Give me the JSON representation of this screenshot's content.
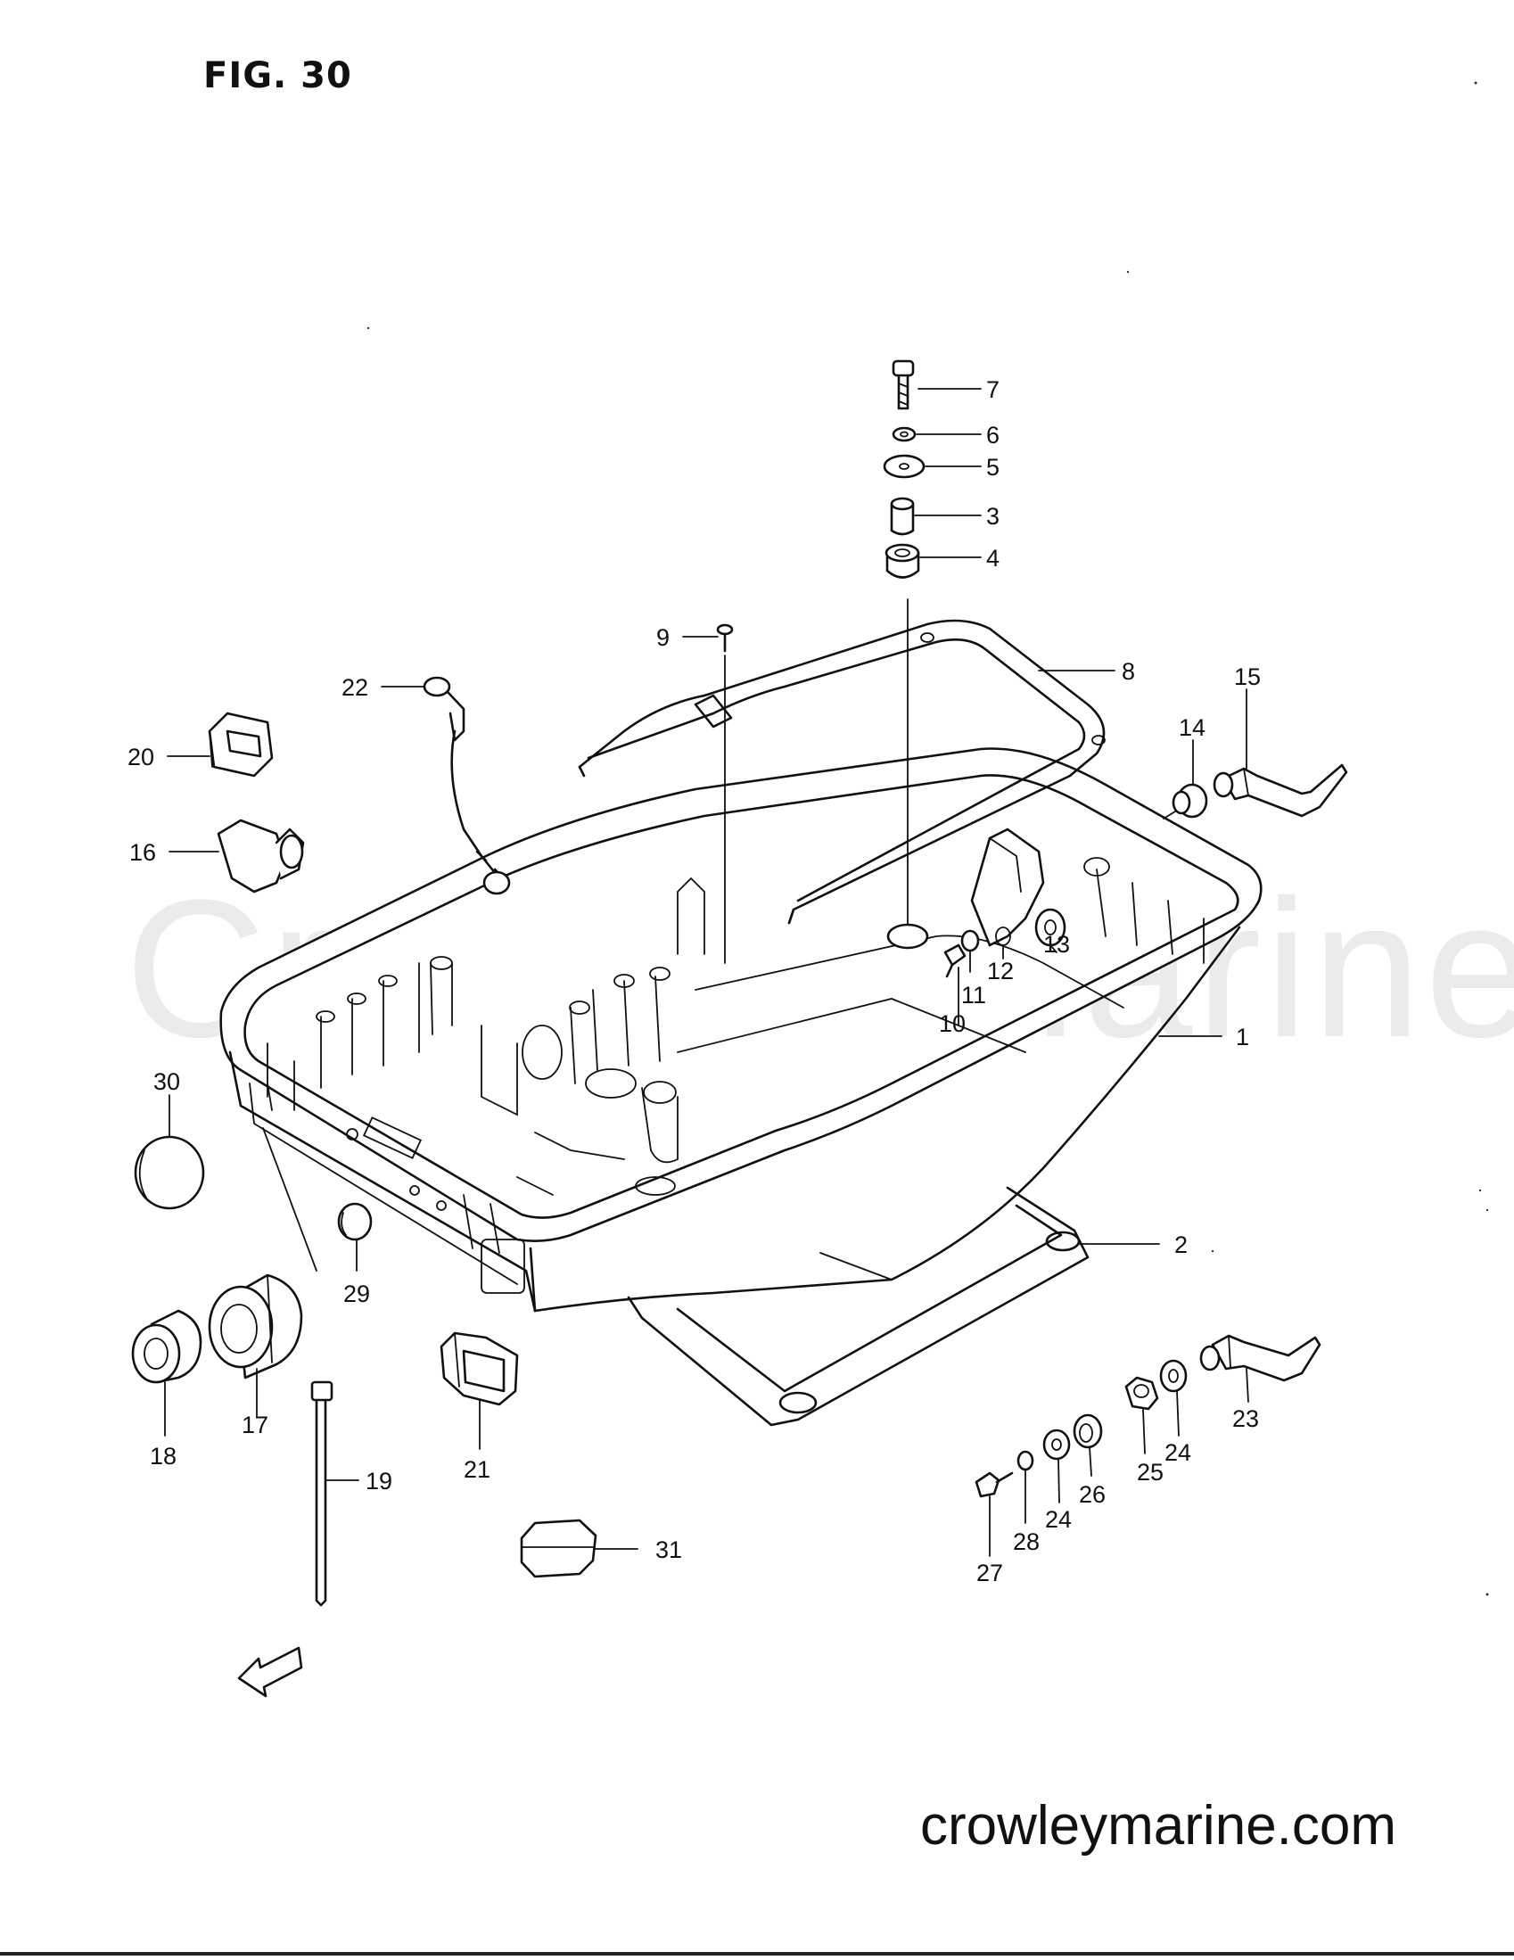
{
  "figure": {
    "title": "FIG. 30"
  },
  "watermark": "Crowley Marine",
  "footer": {
    "url": "crowleymarine.com"
  },
  "fwd_label": "FWD",
  "callouts": [
    {
      "id": "c7",
      "label": "7"
    },
    {
      "id": "c6",
      "label": "6"
    },
    {
      "id": "c5",
      "label": "5"
    },
    {
      "id": "c3",
      "label": "3"
    },
    {
      "id": "c4",
      "label": "4"
    },
    {
      "id": "c9",
      "label": "9"
    },
    {
      "id": "c8",
      "label": "8"
    },
    {
      "id": "c22",
      "label": "22"
    },
    {
      "id": "c15",
      "label": "15"
    },
    {
      "id": "c14",
      "label": "14"
    },
    {
      "id": "c20",
      "label": "20"
    },
    {
      "id": "c16",
      "label": "16"
    },
    {
      "id": "c13",
      "label": "13"
    },
    {
      "id": "c12",
      "label": "12"
    },
    {
      "id": "c11",
      "label": "11"
    },
    {
      "id": "c10",
      "label": "10"
    },
    {
      "id": "c1",
      "label": "1"
    },
    {
      "id": "c30",
      "label": "30"
    },
    {
      "id": "c2",
      "label": "2"
    },
    {
      "id": "c29",
      "label": "29"
    },
    {
      "id": "c18",
      "label": "18"
    },
    {
      "id": "c17",
      "label": "17"
    },
    {
      "id": "c21",
      "label": "21"
    },
    {
      "id": "c19",
      "label": "19"
    },
    {
      "id": "c31",
      "label": "31"
    },
    {
      "id": "c23",
      "label": "23"
    },
    {
      "id": "c24a",
      "label": "24"
    },
    {
      "id": "c25",
      "label": "25"
    },
    {
      "id": "c26",
      "label": "26"
    },
    {
      "id": "c24b",
      "label": "24"
    },
    {
      "id": "c28",
      "label": "28"
    },
    {
      "id": "c27",
      "label": "27"
    }
  ]
}
